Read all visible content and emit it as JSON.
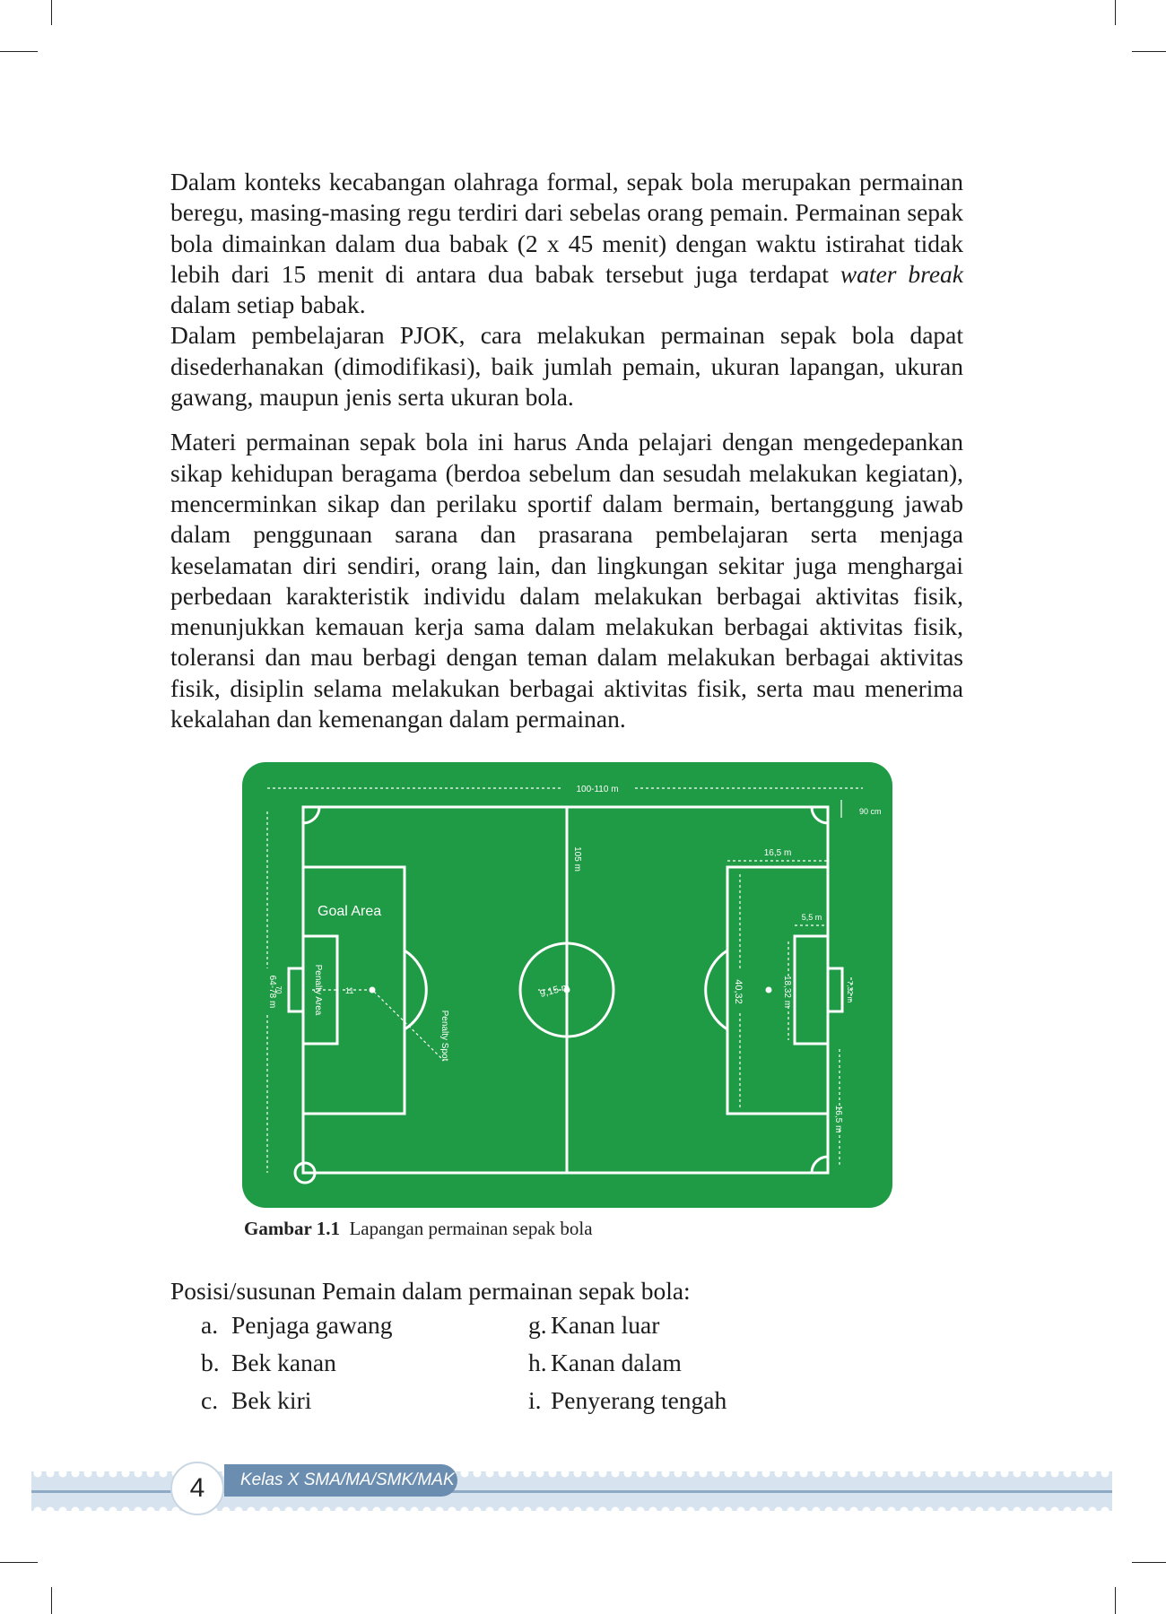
{
  "body": {
    "p1_a": "Dalam konteks kecabangan olahraga formal, sepak bola merupakan permainan beregu, masing-masing regu terdiri dari sebelas orang pemain. Permainan sepak bola dimainkan dalam dua babak (2 x 45 menit) dengan waktu istirahat tidak lebih dari 15 menit di antara dua babak tersebut juga terdapat ",
    "p1_em": "water break",
    "p1_b": " dalam setiap babak.",
    "p2": "Dalam pembelajaran PJOK, cara melakukan permainan sepak bola dapat disederhanakan (dimodifikasi),  baik jumlah pemain, ukuran lapangan, ukuran gawang, maupun jenis serta ukuran bola.",
    "p3": "Materi permainan sepak bola ini harus Anda pelajari dengan mengedepankan sikap kehidupan beragama (berdoa sebelum dan sesudah melakukan kegiatan), mencerminkan sikap dan perilaku sportif dalam bermain, bertanggung jawab dalam penggunaan sarana dan prasarana pembelajaran serta menjaga keselamatan diri sendiri, orang lain, dan lingkungan sekitar juga menghargai perbedaan karakteristik individu dalam melakukan berbagai aktivitas fisik, menunjukkan kemauan kerja sama dalam melakukan berbagai aktivitas fisik, toleransi dan mau berbagi dengan teman dalam melakukan berbagai aktivitas fisik, disiplin selama melakukan berbagai aktivitas fisik, serta mau menerima kekalahan dan kemenangan dalam permainan."
  },
  "figure": {
    "label_length": "100-110 m",
    "label_corner": "90 cm",
    "label_penalty_width_top": "16,5 m",
    "label_goal_area_width": "5,5 m",
    "label_center_length": "105 m",
    "label_goal_area": "Goal Area",
    "label_penalty_area": "Penalty Area",
    "label_penalty_spot": "Penalty Spot",
    "label_spot_distance": "11",
    "label_width": "64-78 m",
    "label_width_alt": "70",
    "label_circle_radius": "9,15 m",
    "label_penalty_depth": "40,32",
    "label_goal_area_depth": "18,32 m",
    "label_goal_width": "7,32 m",
    "label_penalty_width_bottom": "16,5 m",
    "field_color": "#1f9a45",
    "line_color": "#ffffff"
  },
  "caption": {
    "label": "Gambar 1.1",
    "text": "Lapangan permainan sepak bola"
  },
  "positions": {
    "heading": "Posisi/susunan Pemain dalam permainan sepak bola:",
    "left": [
      {
        "letter": "a.",
        "name": "Penjaga gawang"
      },
      {
        "letter": "b.",
        "name": "Bek kanan"
      },
      {
        "letter": "c.",
        "name": "Bek kiri"
      }
    ],
    "right": [
      {
        "letter": "g.",
        "name": "Kanan luar"
      },
      {
        "letter": "h.",
        "name": "Kanan dalam"
      },
      {
        "letter": "i.",
        "name": "Penyerang tengah"
      }
    ]
  },
  "footer": {
    "page_number": "4",
    "class_label": "Kelas X SMA/MA/SMK/MAK"
  }
}
